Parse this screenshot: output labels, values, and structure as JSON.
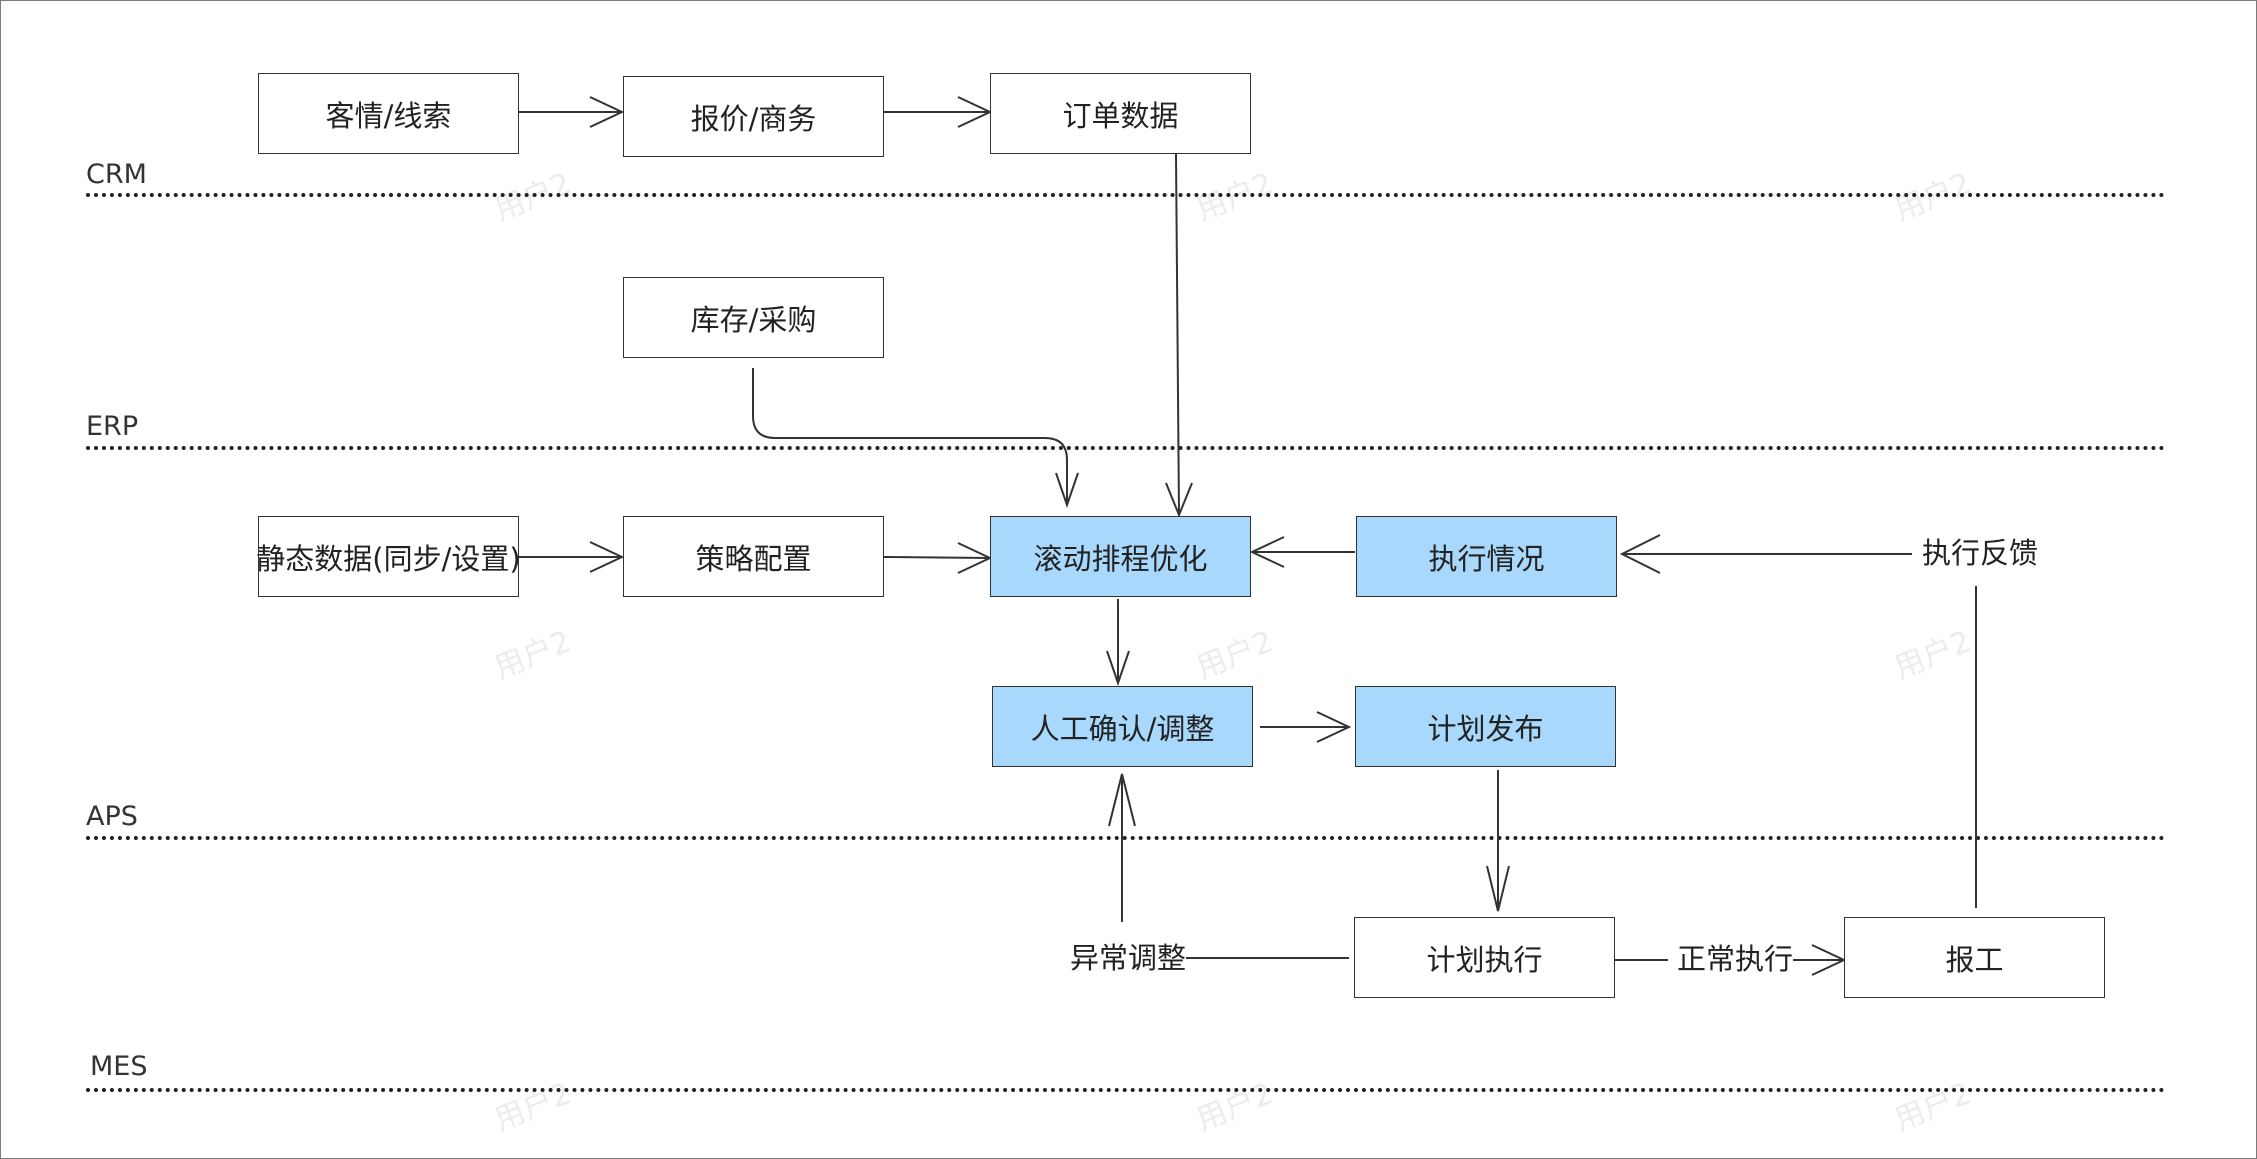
{
  "lanes": [
    {
      "id": "crm",
      "label": "CRM"
    },
    {
      "id": "erp",
      "label": "ERP"
    },
    {
      "id": "aps",
      "label": "APS"
    },
    {
      "id": "mes",
      "label": "MES"
    }
  ],
  "nodes": {
    "customer_leads": {
      "label": "客情/线索",
      "highlight": false
    },
    "quote_business": {
      "label": "报价/商务",
      "highlight": false
    },
    "order_data": {
      "label": "订单数据",
      "highlight": false
    },
    "inventory_purchase": {
      "label": "库存/采购",
      "highlight": false
    },
    "static_data": {
      "label": "静态数据(同步/设置)",
      "highlight": false
    },
    "strategy_config": {
      "label": "策略配置",
      "highlight": false
    },
    "rolling_schedule": {
      "label": "滚动排程优化",
      "highlight": true
    },
    "execution_status": {
      "label": "执行情况",
      "highlight": true
    },
    "manual_confirm": {
      "label": "人工确认/调整",
      "highlight": true
    },
    "plan_release": {
      "label": "计划发布",
      "highlight": true
    },
    "plan_execution": {
      "label": "计划执行",
      "highlight": false
    },
    "work_report": {
      "label": "报工",
      "highlight": false
    }
  },
  "edge_labels": {
    "execution_feedback": "执行反馈",
    "exception_adjust": "异常调整",
    "normal_execution": "正常执行"
  },
  "edges": [
    {
      "from": "customer_leads",
      "to": "quote_business"
    },
    {
      "from": "quote_business",
      "to": "order_data"
    },
    {
      "from": "order_data",
      "to": "rolling_schedule"
    },
    {
      "from": "inventory_purchase",
      "to": "rolling_schedule"
    },
    {
      "from": "static_data",
      "to": "strategy_config"
    },
    {
      "from": "strategy_config",
      "to": "rolling_schedule"
    },
    {
      "from": "execution_status",
      "to": "rolling_schedule"
    },
    {
      "from": "rolling_schedule",
      "to": "manual_confirm"
    },
    {
      "from": "manual_confirm",
      "to": "plan_release"
    },
    {
      "from": "plan_release",
      "to": "plan_execution"
    },
    {
      "from": "plan_execution",
      "to": "manual_confirm",
      "label": "异常调整"
    },
    {
      "from": "plan_execution",
      "to": "work_report",
      "label": "正常执行"
    },
    {
      "from": "work_report",
      "to": "execution_status",
      "label": "执行反馈"
    }
  ],
  "watermark": "用户2",
  "colors": {
    "highlight_fill": "#a8d8fb",
    "box_border": "#333333",
    "line": "#333333",
    "lane_divider": "#222222"
  }
}
